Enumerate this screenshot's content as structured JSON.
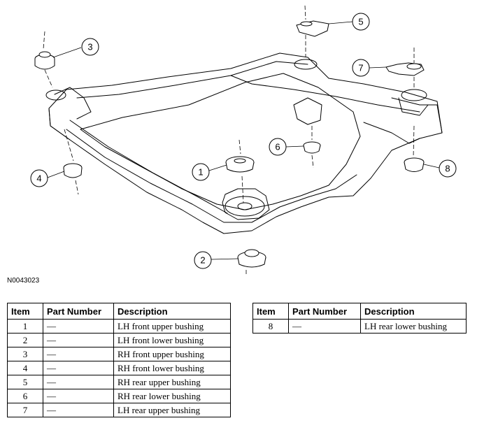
{
  "figure": {
    "id_label": "N0043023",
    "callouts": [
      "1",
      "2",
      "3",
      "4",
      "5",
      "6",
      "7",
      "8"
    ]
  },
  "tables": {
    "left": {
      "headers": [
        "Item",
        "Part Number",
        "Description"
      ],
      "rows": [
        {
          "item": "1",
          "part": "—",
          "desc": "LH front upper bushing"
        },
        {
          "item": "2",
          "part": "—",
          "desc": "LH front lower bushing"
        },
        {
          "item": "3",
          "part": "—",
          "desc": "RH front upper bushing"
        },
        {
          "item": "4",
          "part": "—",
          "desc": "RH front lower bushing"
        },
        {
          "item": "5",
          "part": "—",
          "desc": "RH rear upper bushing"
        },
        {
          "item": "6",
          "part": "—",
          "desc": "RH rear lower bushing"
        },
        {
          "item": "7",
          "part": "—",
          "desc": "LH rear upper bushing"
        }
      ]
    },
    "right": {
      "headers": [
        "Item",
        "Part Number",
        "Description"
      ],
      "rows": [
        {
          "item": "8",
          "part": "—",
          "desc": "LH rear lower bushing"
        }
      ]
    }
  }
}
